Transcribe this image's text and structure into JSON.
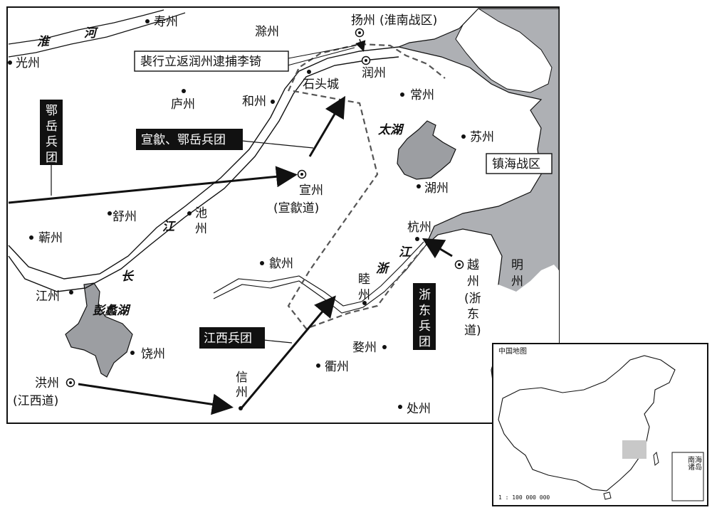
{
  "places": {
    "shouzhou": "寿州",
    "chuzhou": "滁州",
    "yangzhou": "扬州",
    "huainan_zone": "(淮南战区)",
    "guangzhou": "光州",
    "runzhou": "润州",
    "shitoucheng": "石头城",
    "luzhou": "庐州",
    "hezhou": "和州",
    "changzhou": "常州",
    "suzhou": "苏州",
    "xuanzhou": "宣州",
    "xuanshe_dao": "(宣歙道)",
    "huzhou": "湖州",
    "shuzhou": "舒州",
    "chi": "池",
    "zhou": "州",
    "qizhou": "蕲州",
    "hangzhou": "杭州",
    "shezhou": "歙州",
    "yue": "越",
    "ming": "明",
    "jiangzhou": "江州",
    "mu": "睦",
    "raozhou": "饶州",
    "wuzhou": "婺州",
    "quzhou": "衢州",
    "hongzhou": "洪州",
    "jiangxi_dao": "(江西道)",
    "xin": "信",
    "chuzhou2": "处州",
    "zhedong_dao_1": "(浙",
    "zhedong_dao_2": "东",
    "zhedong_dao_3": "道)"
  },
  "rivers": {
    "huai": "淮",
    "he": "河",
    "jiang": "江",
    "chang": "长",
    "taihu": "太湖",
    "zhe": "浙",
    "jiang2": "江",
    "pengli": "彭蠡湖"
  },
  "labels": {
    "pei_xingli": "裴行立返润州逮捕李锜",
    "xuanshe_eyue": "宣歙、鄂岳兵团",
    "zhenhai": "镇海战区",
    "eyue_v": [
      "鄂",
      "岳",
      "兵",
      "团"
    ],
    "jiangxi_army": "江西兵团",
    "zhedong_v": [
      "浙",
      "东",
      "兵",
      "团"
    ]
  },
  "inset": {
    "title": "中国地图",
    "scale": "1 : 100 000 000",
    "sea_box_1": "南海",
    "sea_box_2": "诸岛"
  },
  "colors": {
    "sea": "#aeb0b4",
    "land": "#ffffff",
    "lake": "#9c9ea2",
    "ink": "#111111",
    "highlight": "#c8c8c8",
    "route": "#555555"
  }
}
